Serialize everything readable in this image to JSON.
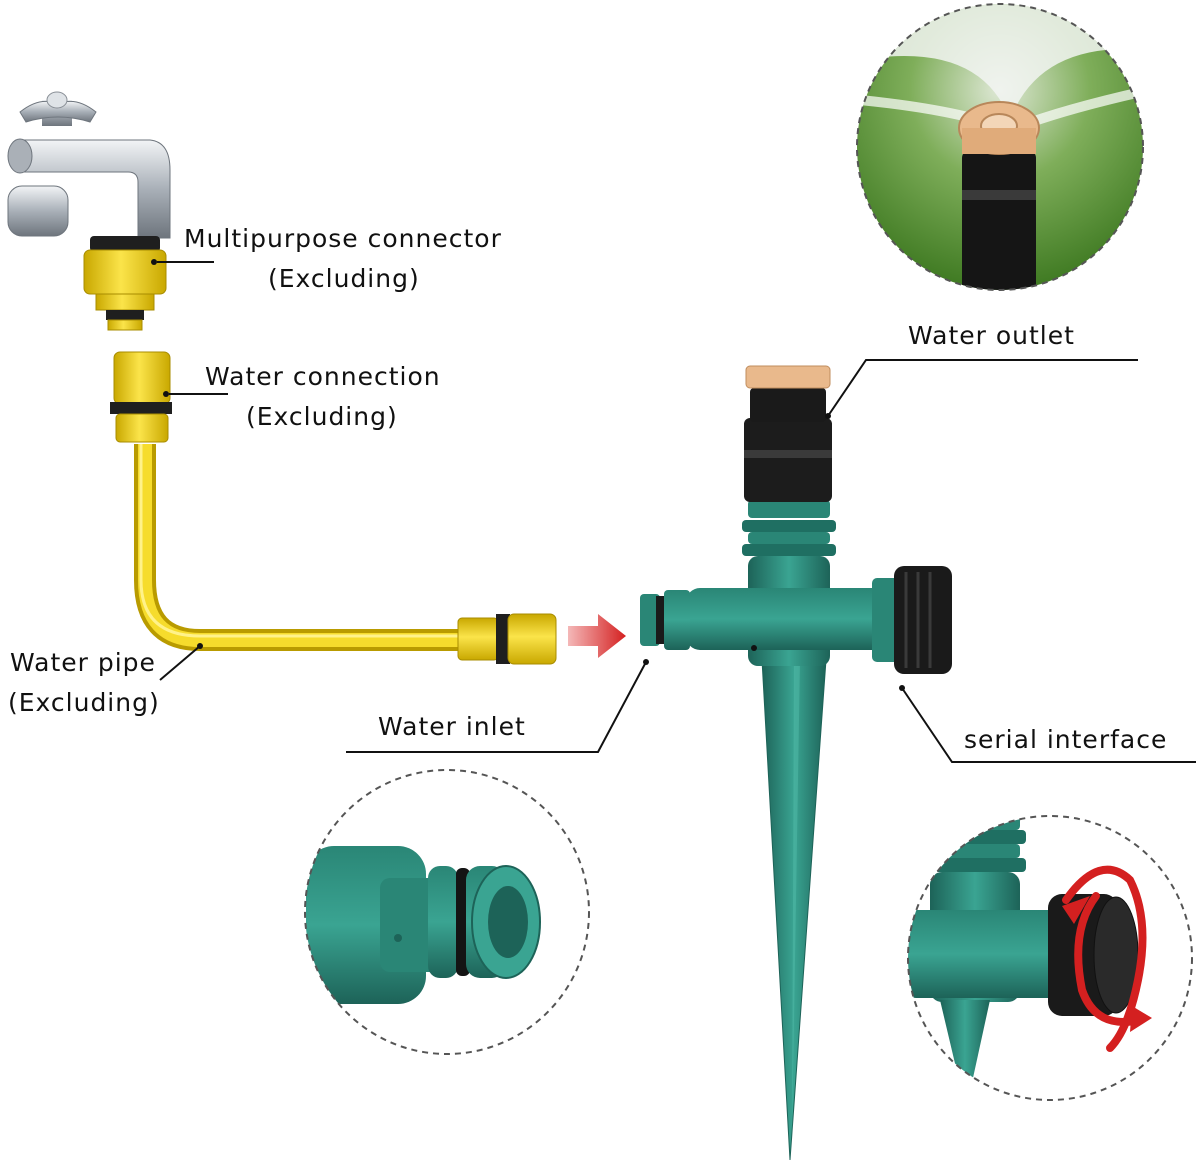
{
  "labels": {
    "multipurpose_connector": "Multipurpose connector",
    "multipurpose_connector_note": "(Excluding)",
    "water_connection": "Water connection",
    "water_connection_note": "(Excluding)",
    "water_pipe": "Water pipe",
    "water_pipe_note": "(Excluding)",
    "water_inlet": "Water inlet",
    "water_outlet": "Water outlet",
    "serial_interface": "serial interface"
  },
  "colors": {
    "yellow": "#f4d21a",
    "yellow_dark": "#b89a00",
    "teal": "#2c8c7c",
    "teal_dark": "#1d6358",
    "black": "#1a1a1a",
    "nozzle_tan": "#e9b98c",
    "grass": "#4f8a2c",
    "arrow_red": "#d42020",
    "chrome": "#c4c9cf"
  },
  "icons": {
    "faucet": "faucet-icon",
    "sprinkler": "sprinkler-icon",
    "flow_arrow": "flow-arrow-icon",
    "rotate": "rotate-arrow-icon"
  }
}
